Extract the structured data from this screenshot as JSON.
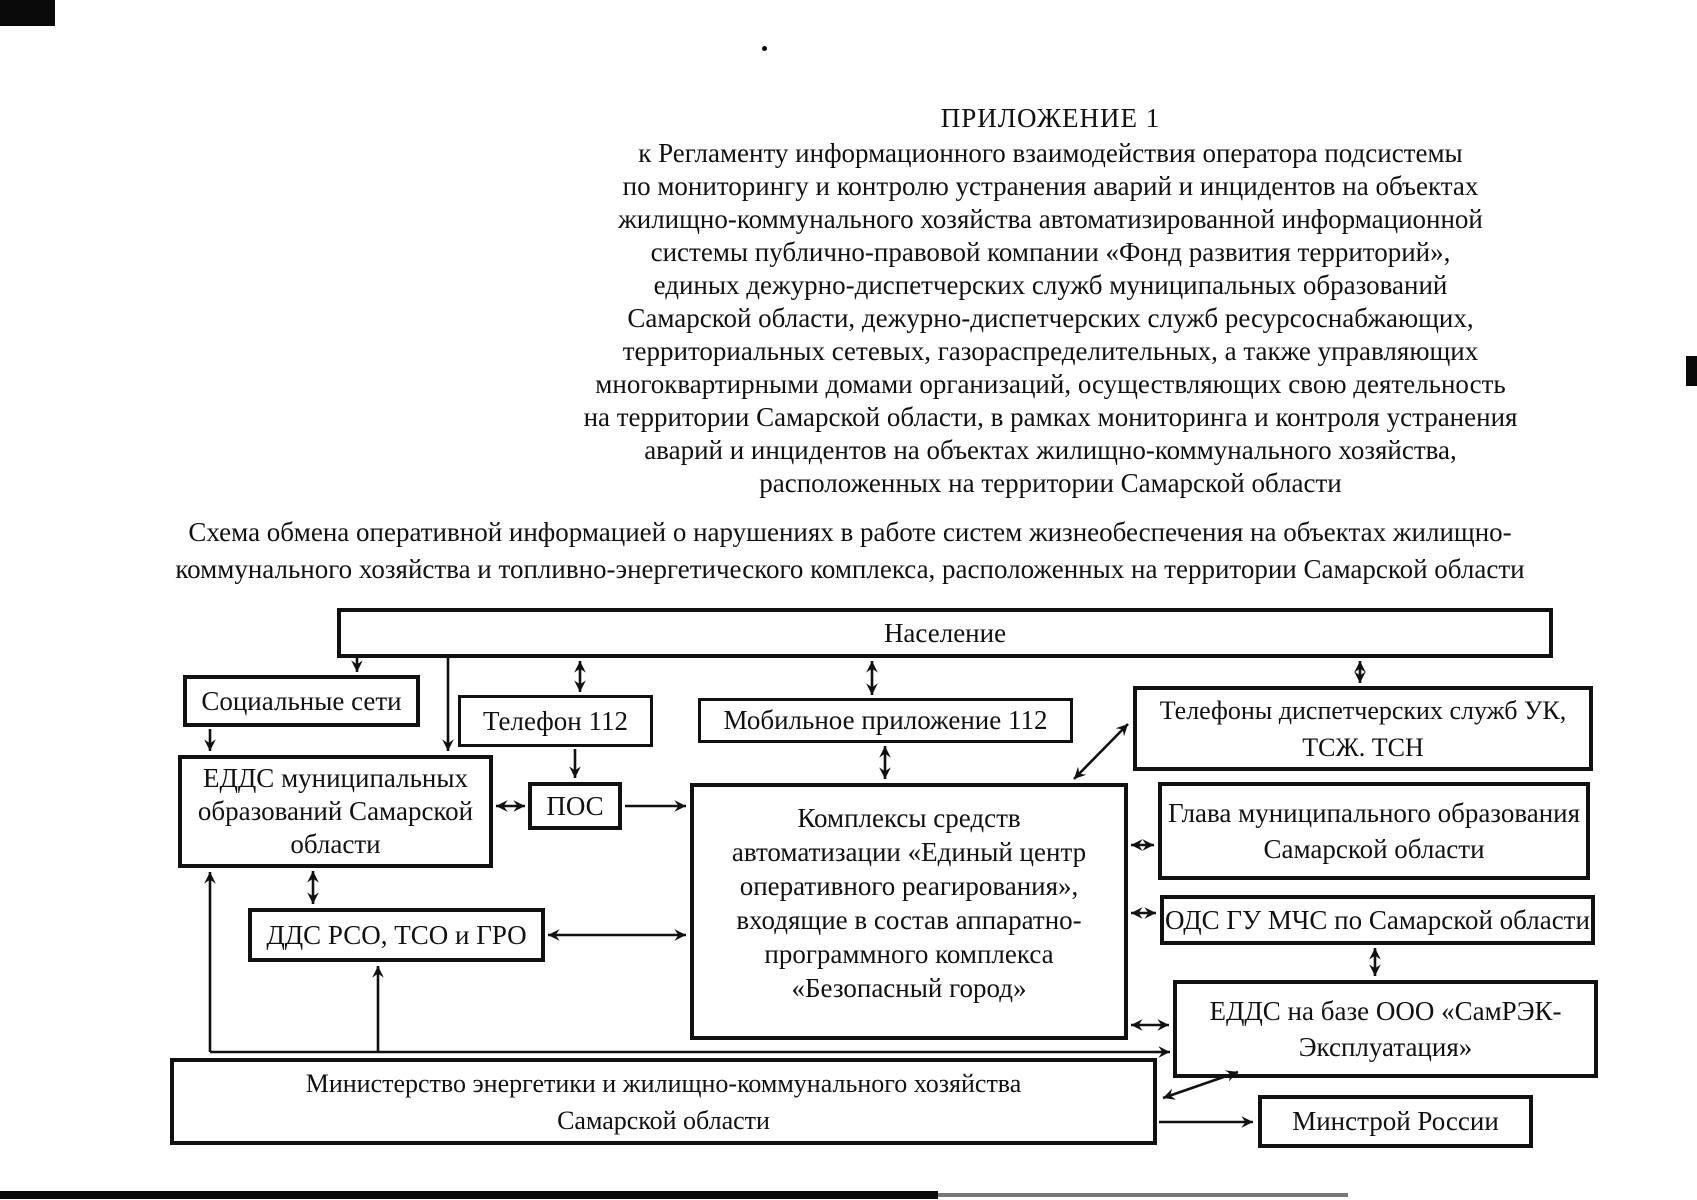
{
  "header": {
    "appendix": "ПРИЛОЖЕНИЕ 1",
    "lines": [
      "к Регламенту информационного взаимодействия оператора подсистемы",
      "по мониторингу и контролю устранения аварий и инцидентов на объектах",
      "жилищно-коммунального хозяйства автоматизированной информационной",
      "системы публично-правовой компании «Фонд развития территорий»,",
      "единых дежурно-диспетчерских служб муниципальных образований",
      "Самарской области, дежурно-диспетчерских служб ресурсоснабжающих,",
      "территориальных сетевых, газораспределительных, а также управляющих",
      "многоквартирными домами организаций, осуществляющих свою деятельность",
      "на территории Самарской области, в рамках мониторинга и контроля устранения",
      "аварий и инцидентов на объектах жилищно-коммунального хозяйства,",
      "расположенных на территории Самарской области"
    ]
  },
  "scheme_title": {
    "line1": "Схема обмена оперативной информацией о нарушениях в работе систем жизнеобеспечения на объектах жилищно-",
    "line2": "коммунального хозяйства и топливно-энергетического комплекса, расположенных на территории Самарской области"
  },
  "diagram": {
    "boxes": {
      "naselenie": {
        "label": "Население"
      },
      "social": {
        "label": "Социальные сети"
      },
      "phone112": {
        "label": "Телефон 112"
      },
      "mobile112": {
        "label": "Мобильное приложение 112"
      },
      "uk_phones": {
        "line1": "Телефоны диспетчерских служб УК,",
        "line2": "ТСЖ. ТСН"
      },
      "edds_mo": {
        "line1": "ЕДДС муниципальных",
        "line2": "образований Самарской",
        "line3": "области"
      },
      "pos": {
        "label": "ПОС"
      },
      "ksa": {
        "line1": "Комплексы средств",
        "line2": "автоматизации «Единый центр",
        "line3": "оперативного реагирования»,",
        "line4": "входящие в состав аппаратно-",
        "line5": "программного комплекса",
        "line6": "«Безопасный город»"
      },
      "dds": {
        "label": "ДДС РСО, ТСО и ГРО"
      },
      "glava": {
        "line1": "Глава муниципального образования",
        "line2": "Самарской области"
      },
      "ods_mchs": {
        "label": "ОДС ГУ МЧС по Самарской области"
      },
      "edds_samrek": {
        "line1": "ЕДДС на базе ООО «СамРЭК-",
        "line2": "Эксплуатация»"
      },
      "ministry": {
        "line1": "Министерство энергетики и жилищно-коммунального хозяйства",
        "line2": "Самарской области"
      },
      "minstroy": {
        "label": "Минстрой России"
      }
    }
  },
  "colors": {
    "ink": "#111111",
    "paper": "#ffffff"
  }
}
